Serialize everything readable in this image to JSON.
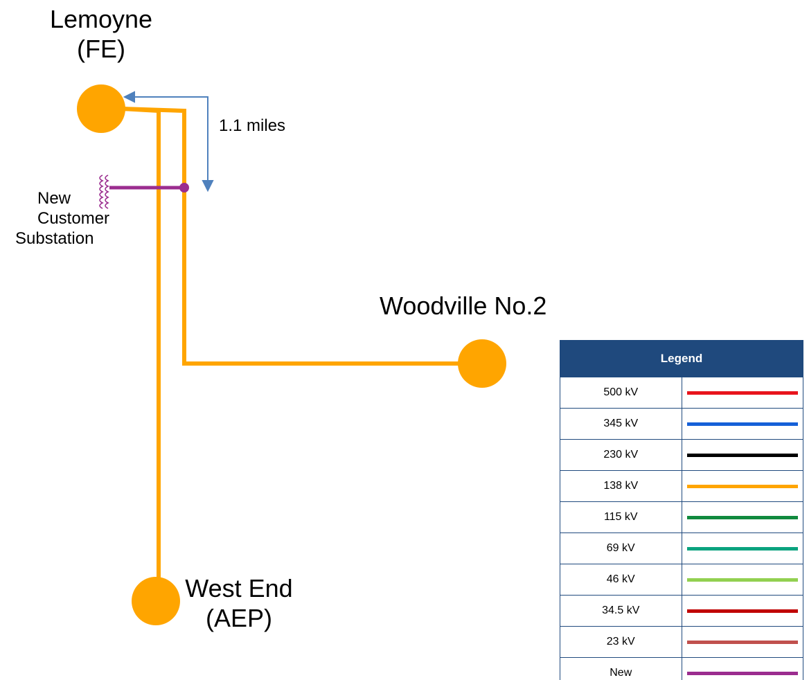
{
  "stations": {
    "lemoyne": {
      "line1": "Lemoyne",
      "line2": "(FE)"
    },
    "woodville": {
      "label": "Woodville No.2"
    },
    "west_end": {
      "line1": "West End",
      "line2": "(AEP)"
    },
    "customer": {
      "line1": "New",
      "line2": "Customer",
      "line3": "Substation"
    }
  },
  "distance_label": "1.1 miles",
  "colors": {
    "station_fill": "#ffa500",
    "line_138kv": "#ffa500",
    "line_new": "#9b2d8f",
    "dimension_arrow": "#4f81bd",
    "legend_header_bg": "#1f497d",
    "legend_border": "#1f497d"
  },
  "legend": {
    "title": "Legend",
    "rows": [
      {
        "label": "500 kV",
        "color": "#e8141c"
      },
      {
        "label": "345 kV",
        "color": "#1560d8"
      },
      {
        "label": "230 kV",
        "color": "#000000"
      },
      {
        "label": "138 kV",
        "color": "#ffa500"
      },
      {
        "label": "115 kV",
        "color": "#118a3e"
      },
      {
        "label": "69 kV",
        "color": "#0aa37f"
      },
      {
        "label": "46 kV",
        "color": "#92d050"
      },
      {
        "label": "34.5 kV",
        "color": "#c00000"
      },
      {
        "label": "23 kV",
        "color": "#c0504d"
      },
      {
        "label": "New",
        "color": "#9b2d8f"
      }
    ]
  }
}
